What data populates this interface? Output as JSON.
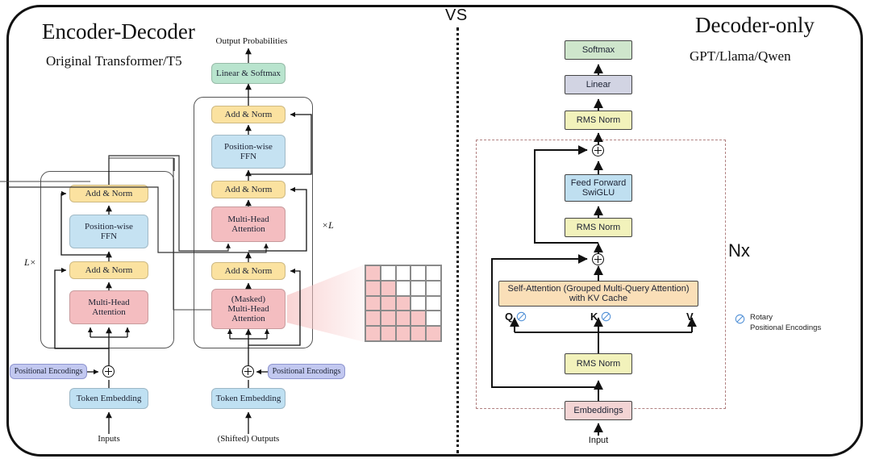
{
  "figure": {
    "vs_label": "VS",
    "left": {
      "title": "Encoder-Decoder",
      "subtitle": "Original Transformer/T5",
      "output_label": "Output Probabilities",
      "head_box": "Linear & Softmax",
      "encoder": {
        "repeat_label": "L×",
        "add_norm_top": "Add & Norm",
        "ffn": "Position-wise\nFFN",
        "ffn_line1": "Position-wise",
        "ffn_line2": "FFN",
        "add_norm_bottom": "Add & Norm",
        "attention_line1": "Multi-Head",
        "attention_line2": "Attention",
        "positional": "Positional Encodings",
        "embedding": "Token Embedding",
        "input_label": "Inputs"
      },
      "decoder": {
        "repeat_label": "×L",
        "add_norm_top": "Add & Norm",
        "ffn_line1": "Position-wise",
        "ffn_line2": "FFN",
        "add_norm_mid": "Add & Norm",
        "cross_attn_line1": "Multi-Head",
        "cross_attn_line2": "Attention",
        "add_norm_bottom": "Add & Norm",
        "masked_attn_line1": "(Masked)",
        "masked_attn_line2": "Multi-Head",
        "masked_attn_line3": "Attention",
        "positional": "Positional Encodings",
        "embedding": "Token Embedding",
        "input_label": "(Shifted) Outputs"
      },
      "mask_matrix": {
        "rows": 5,
        "cols": 5,
        "pattern": [
          [
            1,
            0,
            0,
            0,
            0
          ],
          [
            1,
            1,
            0,
            0,
            0
          ],
          [
            1,
            1,
            1,
            0,
            0
          ],
          [
            1,
            1,
            1,
            1,
            0
          ],
          [
            1,
            1,
            1,
            1,
            1
          ]
        ]
      }
    },
    "right": {
      "title": "Decoder-only",
      "subtitle": "GPT/Llama/Qwen",
      "softmax": "Softmax",
      "linear": "Linear",
      "rms_norm_final": "RMS Norm",
      "feed_forward_line1": "Feed Forward",
      "feed_forward_line2": "SwiGLU",
      "rms_norm_mid": "RMS Norm",
      "self_attention_line1": "Self-Attention (Grouped Multi-Query Attention)",
      "self_attention_line2": "with KV Cache",
      "q_label": "Q",
      "k_label": "K",
      "v_label": "V",
      "rms_norm_bottom": "RMS Norm",
      "embeddings": "Embeddings",
      "input_label": "Input",
      "repeat_label": "Nx",
      "legend_line1": "Rotary",
      "legend_line2": "Positional Encodings",
      "rope_icon_name": "rotary-positional-encoding-icon"
    }
  },
  "colors": {
    "add_norm": "#fbe2a0",
    "ffn": "#c5e2f2",
    "attention": "#f4bdc0",
    "linear_softmax": "#b9e4ce",
    "positional": "#c2c8f0",
    "token_embedding": "#bfe0f2",
    "softmax": "#cfe6cc",
    "linear": "#d2d4e3",
    "rms_norm": "#f2f2bb",
    "swiglu": "#bfdff0",
    "self_attention": "#fadfb8",
    "embeddings": "#f3d4d4",
    "mask_active": "#f7c6c6",
    "rope_blue": "#4f8fd6",
    "dashed_border": "#b08080"
  }
}
